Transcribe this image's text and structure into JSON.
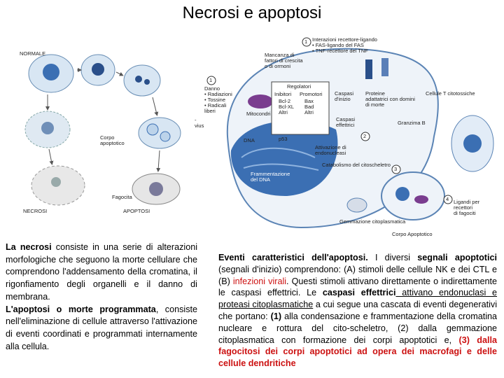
{
  "title": "Necrosi e apoptosi",
  "figure_left": {
    "normale": "NORMALE",
    "corpo_apoptotico": "Corpo\napoptotico",
    "fagocita": "Fagocita",
    "necrosi": "NECROSI",
    "apoptosi": "APOPTOSI",
    "vius": "- vius"
  },
  "figure_right": {
    "num1a": "1",
    "interazioni": "Interazioni recettore-ligando\n• FAS-ligando del FAS\n• TNF-recettore del TNF",
    "mancanza": "Mancanza di\nfattori di crescita\no di ormoni",
    "num1b": "1",
    "danno": "Danno\n• Radiazioni\n• Tossine\n• Radicali\n  liberi",
    "regolatori": "Regolatori",
    "inibitori": "Inibitori",
    "promotori": "Promotori",
    "bcl2": "Bcl-2\nBcl-XL\nAltri",
    "bax": "Bax\nBad\nAltri",
    "mitocondri": "Mitocondri",
    "caspasi_inizio": "Caspasi\nd'inizio",
    "proteine": "Proteine\nadattatrici con domini\ndi morte",
    "cellule_t": "Cellule T citotossiche",
    "p53": "p53",
    "caspasi_effettrici": "Caspasi\neffettrici",
    "granzima": "Granzima B",
    "num2": "2",
    "dna": "DNA",
    "attivazione": "Attivazione di\nendonucleasi",
    "frammentazione": "Frammentazione\ndel DNA",
    "num3": "3",
    "citoscheletro": "Catabolismo del citoscheletro",
    "num4": "4",
    "ligandi": "Ligandi per recettori\ndi fagociti",
    "gemmazione": "Gemmazione citoplasmatica",
    "corpo": "Corpo Apoptotico"
  },
  "left_text": {
    "p1_b": "La necrosi",
    "p1": " consiste in una serie di alterazioni morfologiche che seguono la morte cellulare che comprendono l'addensamento della cromatina, il rigonfiamento degli organelli e il danno di membrana.",
    "p2_b": "L'apoptosi o morte programmata",
    "p2": ", consiste nell'eliminazione di cellule attraverso l'attivazione di eventi coordinati e programmati internamente alla cellula."
  },
  "right_text": {
    "s1": "Eventi caratteristici dell'apoptosi.",
    "s2": " I diversi ",
    "s3": "segnali apoptotici",
    "s4": " (segnali d'inizio) comprendono: (A) stimoli delle cellule NK e dei CTL e (B) ",
    "s5": "infezioni virali",
    "s6": ". Questi stimoli attivano direttamente o indirettamente le caspasi effettrici. Le ",
    "s7": "caspasi effettrici",
    "s8": " attivano endonuclasi e proteasi citoplasmatiche",
    "s9": " a cui segue una cascata di eventi degenerativi che portano: ",
    "s10": "(1)",
    "s11": " alla condensazione e frammentazione della cromatina nucleare e rottura del cito-scheletro, (2) dalla gemmazione citoplasmatica con formazione dei corpi apoptotici e, ",
    "s12": "(3) dalla fagocitosi dei corpi apoptotici ad opera dei macrofagi e delle cellule dendritiche"
  },
  "colors": {
    "nucleus_blue": "#3b6fb3",
    "cell_blue": "#bcd3ea",
    "mito_purple": "#7a3d8f",
    "red": "#cc1111"
  }
}
